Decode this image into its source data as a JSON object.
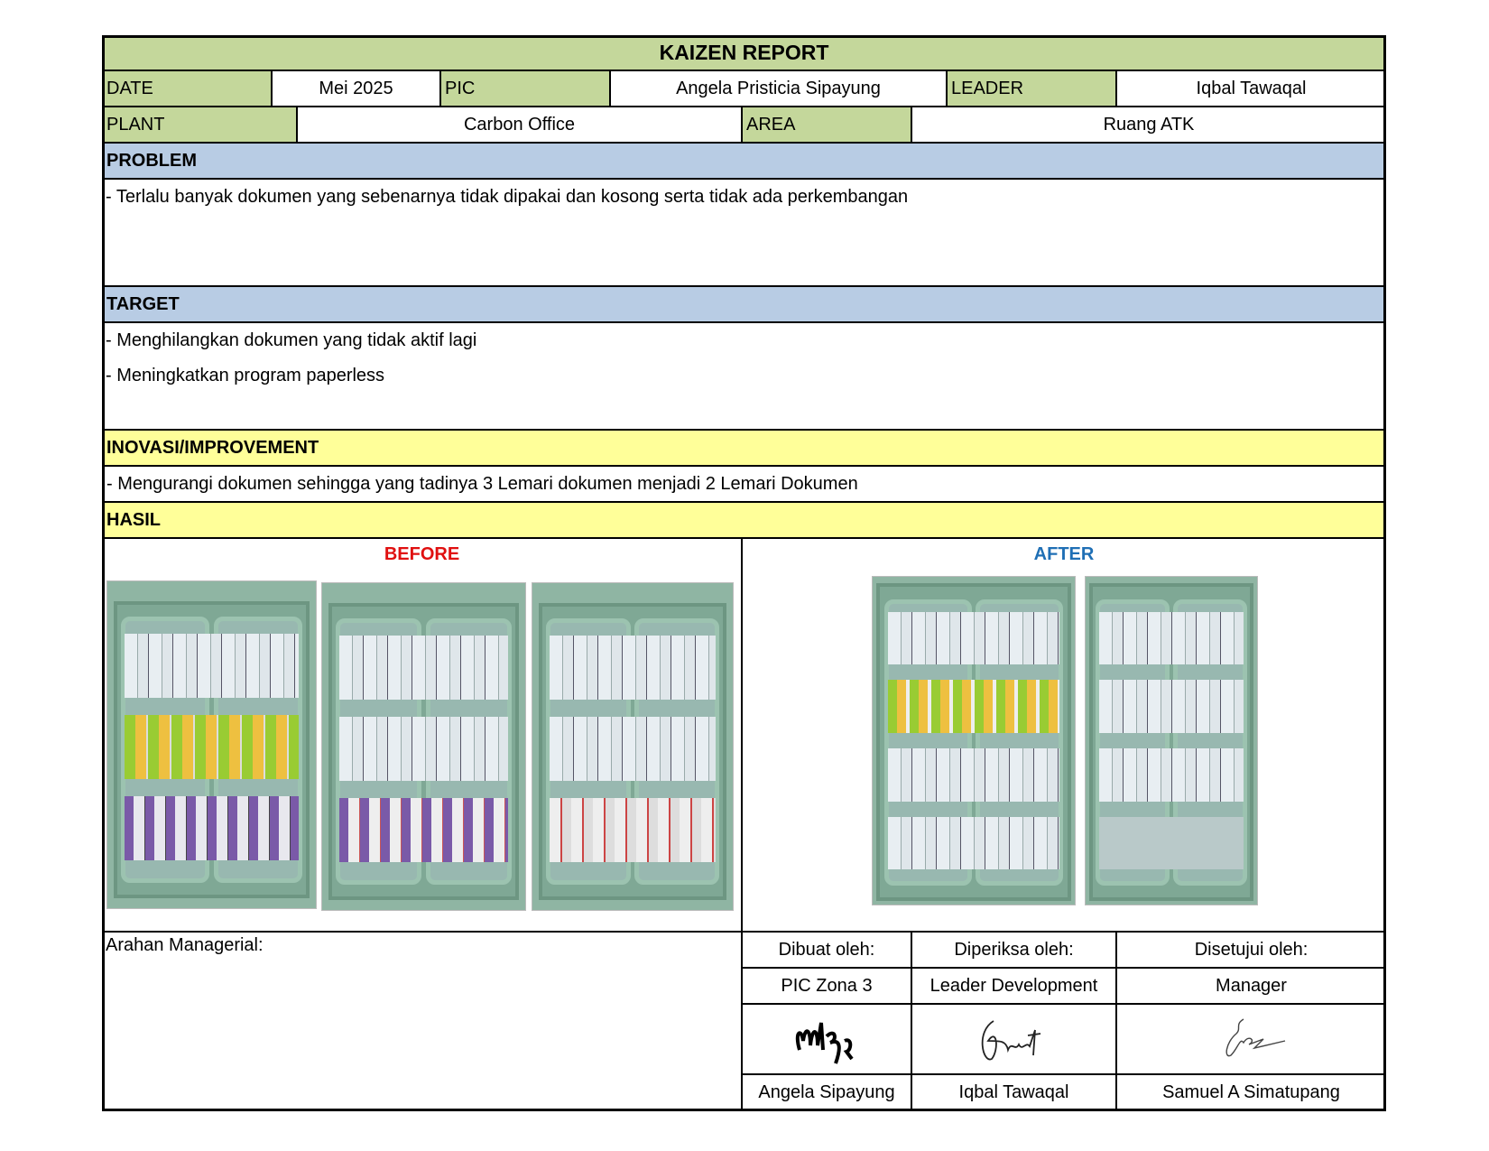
{
  "title": "KAIZEN REPORT",
  "info": {
    "date_label": "DATE",
    "date": "Mei 2025",
    "pic_label": "PIC",
    "pic": "Angela Pristicia Sipayung",
    "leader_label": "LEADER",
    "leader": "Iqbal Tawaqal",
    "plant_label": "PLANT",
    "plant": "Carbon Office",
    "area_label": "AREA",
    "area": "Ruang ATK"
  },
  "problem": {
    "label": "PROBLEM",
    "items": [
      "- Terlalu banyak dokumen yang sebenarnya tidak dipakai dan kosong serta tidak ada perkembangan"
    ]
  },
  "target": {
    "label": "TARGET",
    "items": [
      "- Menghilangkan dokumen yang tidak aktif lagi",
      "- Meningkatkan program paperless"
    ]
  },
  "inovasi": {
    "label": "INOVASI/IMPROVEMENT",
    "items": [
      "- Mengurangi dokumen sehingga yang tadinya 3 Lemari dokumen menjadi 2 Lemari Dokumen"
    ]
  },
  "hasil": {
    "label": "HASIL",
    "before": "BEFORE",
    "after": "AFTER",
    "before_color": "#e01010",
    "after_color": "#1f6fb5"
  },
  "arahan": "Arahan Managerial:",
  "approval": {
    "headers": [
      "Dibuat oleh:",
      "Diperiksa oleh:",
      "Disetujui oleh:"
    ],
    "roles": [
      "PIC Zona 3",
      "Leader Development",
      "Manager"
    ],
    "names": [
      "Angela Sipayung",
      "Iqbal Tawaqal",
      "Samuel A Simatupang"
    ]
  }
}
